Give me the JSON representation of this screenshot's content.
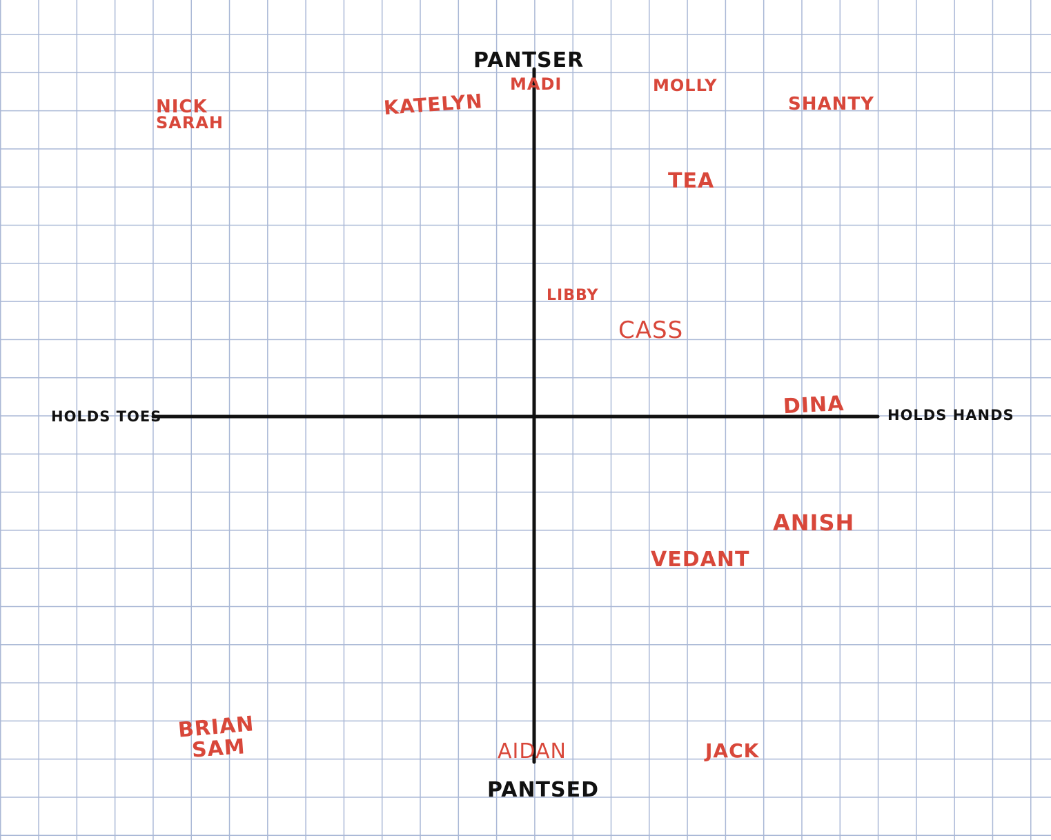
{
  "axes": {
    "top": "PANTSER",
    "bottom": "PANTSED",
    "left": "HOLDS TOES",
    "right": "HOLDS HANDS"
  },
  "colors": {
    "names": "#d8473a",
    "axes": "#111111",
    "grid": "#aab8d6"
  },
  "names": {
    "nick": "NICK",
    "sarah": "SARAH",
    "katelyn": "KATELYN",
    "madi": "MADI",
    "molly": "MOLLY",
    "shanty": "SHANTY",
    "tea": "TEA",
    "libby": "LIBBY",
    "cass": "CASS",
    "dina": "DINA",
    "anish": "ANISH",
    "vedant": "VEDANT",
    "brian": "BRIAN",
    "sam": "SAM",
    "aidan": "AIDAN",
    "jack": "JACK"
  }
}
